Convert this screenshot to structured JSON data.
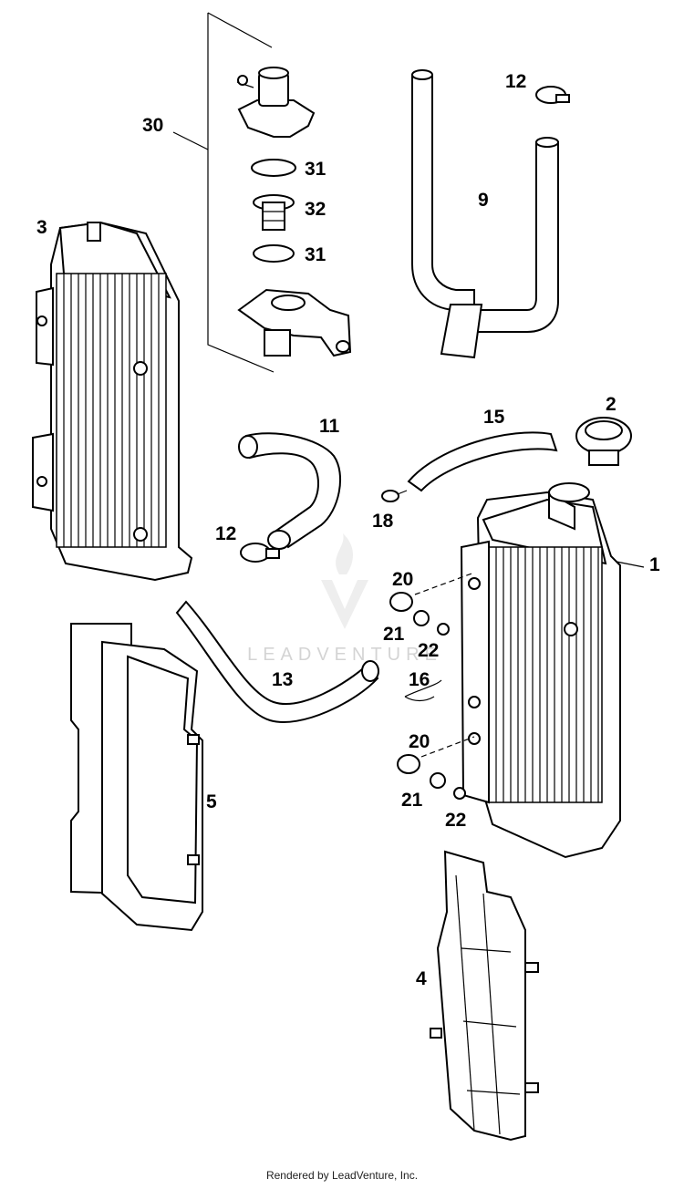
{
  "watermark": "LEADVENTURE",
  "footer": "Rendered by LeadVenture, Inc.",
  "callouts": [
    "1",
    "2",
    "3",
    "4",
    "5",
    "9",
    "11",
    "12",
    "12",
    "13",
    "15",
    "16",
    "18",
    "20",
    "20",
    "21",
    "21",
    "22",
    "22",
    "30",
    "31",
    "31",
    "32"
  ]
}
